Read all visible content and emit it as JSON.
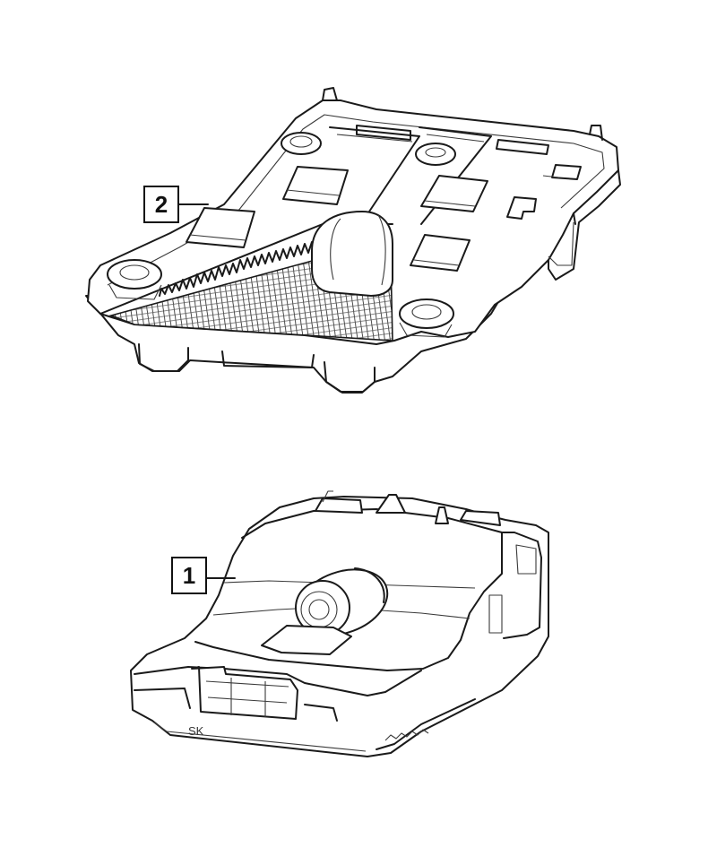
{
  "callouts": [
    {
      "id": "2",
      "label": "2"
    },
    {
      "id": "1",
      "label": "1"
    }
  ],
  "parts": [
    {
      "callout": "2",
      "icon": "mounting-bracket-drawing"
    },
    {
      "callout": "1",
      "icon": "camera-module-drawing"
    }
  ],
  "markings": {
    "part1_lower_label": "SK"
  }
}
